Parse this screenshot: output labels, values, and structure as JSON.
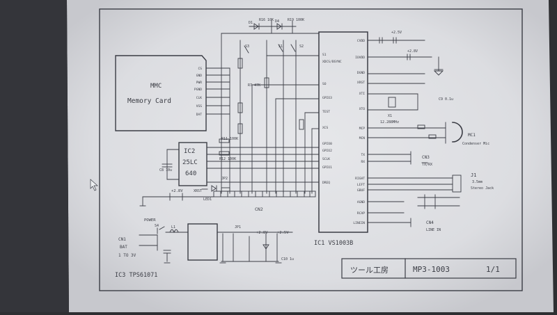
{
  "colors": {
    "backdrop": "#2e2f32",
    "screen": "#dedfe2",
    "ink": "#3a3c44"
  },
  "title_block": {
    "maker": "ツール工房",
    "project": "MP3-1003",
    "sheet": "1/1"
  },
  "components": {
    "mmc_line1": "MMC",
    "mmc_line2": "Memory Card",
    "mmc_pins": [
      "CS",
      "GND",
      "PWR",
      "PGND",
      "CLK",
      "VSS",
      "DAT"
    ],
    "ic2_line1": "IC2",
    "ic2_line2": "25LC",
    "ic2_line3": "640",
    "ic1_label": "IC1  VS1003B",
    "ic1_left_pins": [
      "S1",
      "XDCS/BSYNC",
      "SO",
      "GPIO3",
      "TEST",
      "XCS",
      "GPIO0",
      "GPIO2",
      "SCLK",
      "GPIO1",
      "DREQ"
    ],
    "ic1_right_pins": [
      "CVDD",
      "IOVDD",
      "DGND",
      "XRST",
      "XTI",
      "XTO",
      "MCP",
      "MCN",
      "TX",
      "RX",
      "RIGHT",
      "LEFT",
      "GBUF",
      "AGND",
      "RCAP",
      "LINEIN"
    ],
    "ic3_label": "IC3  TPS61071",
    "cn2_label": "CN2",
    "cn3_label": "CN3",
    "cn3_sub": "TX/RX",
    "cn4_label": "CN4",
    "cn4_sub": "LINE IN",
    "mc1_label": "MC1",
    "mc1_sub": "Condenser Mic",
    "j1_label": "J1",
    "j1_sub1": "3.5mm",
    "j1_sub2": "Stereo Jack",
    "cn1_label": "CN1",
    "cn1_sub1": "BAT",
    "cn1_sub2": "1 TO 3V",
    "power_label": "POWER",
    "s4_label": "S4",
    "l1_label": "L1",
    "jp1_label": "JP1",
    "jp2_label": "JP2",
    "x1_label": "X1",
    "x1_sub": "12.288MHz",
    "s1_label": "S1",
    "s2_label": "S2",
    "s3_label": "S3",
    "d1_label": "D1",
    "d4_label": "D4",
    "led_label": "LED1",
    "rst_label": "XRST",
    "v25_top": "+2.5V",
    "v28_top": "+2.8V",
    "v28_mid": "+2.8V",
    "v28_bot": "+2.8V",
    "v25_bot": "+2.5V",
    "r16": "R16 10K",
    "r19": "R19 100K",
    "r7": "R7 47K",
    "r11": "R11 100K",
    "r12": "R12 100K",
    "c8": "C8 10u",
    "c9": "C9 0.1u",
    "c10": "C10 1u"
  }
}
